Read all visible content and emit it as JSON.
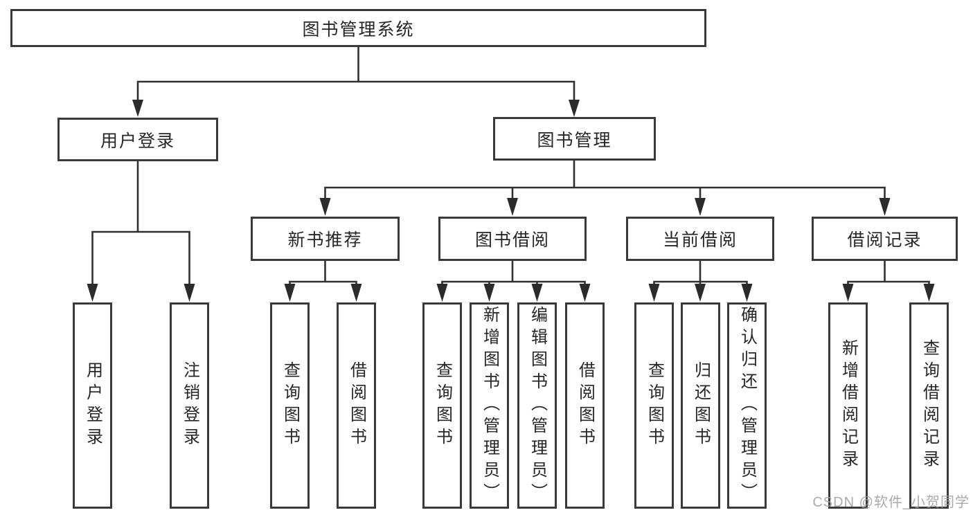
{
  "diagram": {
    "title": "图书管理系统",
    "root": {
      "label": "图书管理系统",
      "children": [
        {
          "label": "用户登录",
          "children": [
            {
              "label": "用户登录"
            },
            {
              "label": "注销登录"
            }
          ]
        },
        {
          "label": "图书管理",
          "children": [
            {
              "label": "新书推荐",
              "children": [
                {
                  "label": "查询图书"
                },
                {
                  "label": "借阅图书"
                }
              ]
            },
            {
              "label": "图书借阅",
              "children": [
                {
                  "label": "查询图书"
                },
                {
                  "label": "新增图书（管理员）"
                },
                {
                  "label": "编辑图书（管理员）"
                },
                {
                  "label": "借阅图书"
                }
              ]
            },
            {
              "label": "当前借阅",
              "children": [
                {
                  "label": "查询图书"
                },
                {
                  "label": "归还图书"
                },
                {
                  "label": "确认归还（管理员）"
                }
              ]
            },
            {
              "label": "借阅记录",
              "children": [
                {
                  "label": "新增借阅记录"
                },
                {
                  "label": "查询借阅记录"
                }
              ]
            }
          ]
        }
      ]
    },
    "colors": {
      "line": "#303030",
      "border": "#3a3a3a",
      "arrow": "#2b2b2b",
      "box_background": "#ffffff",
      "text": "#262626",
      "watermark": "#9e9e9e"
    }
  },
  "watermark": {
    "text": "CSDN @软件_小贺同学"
  }
}
